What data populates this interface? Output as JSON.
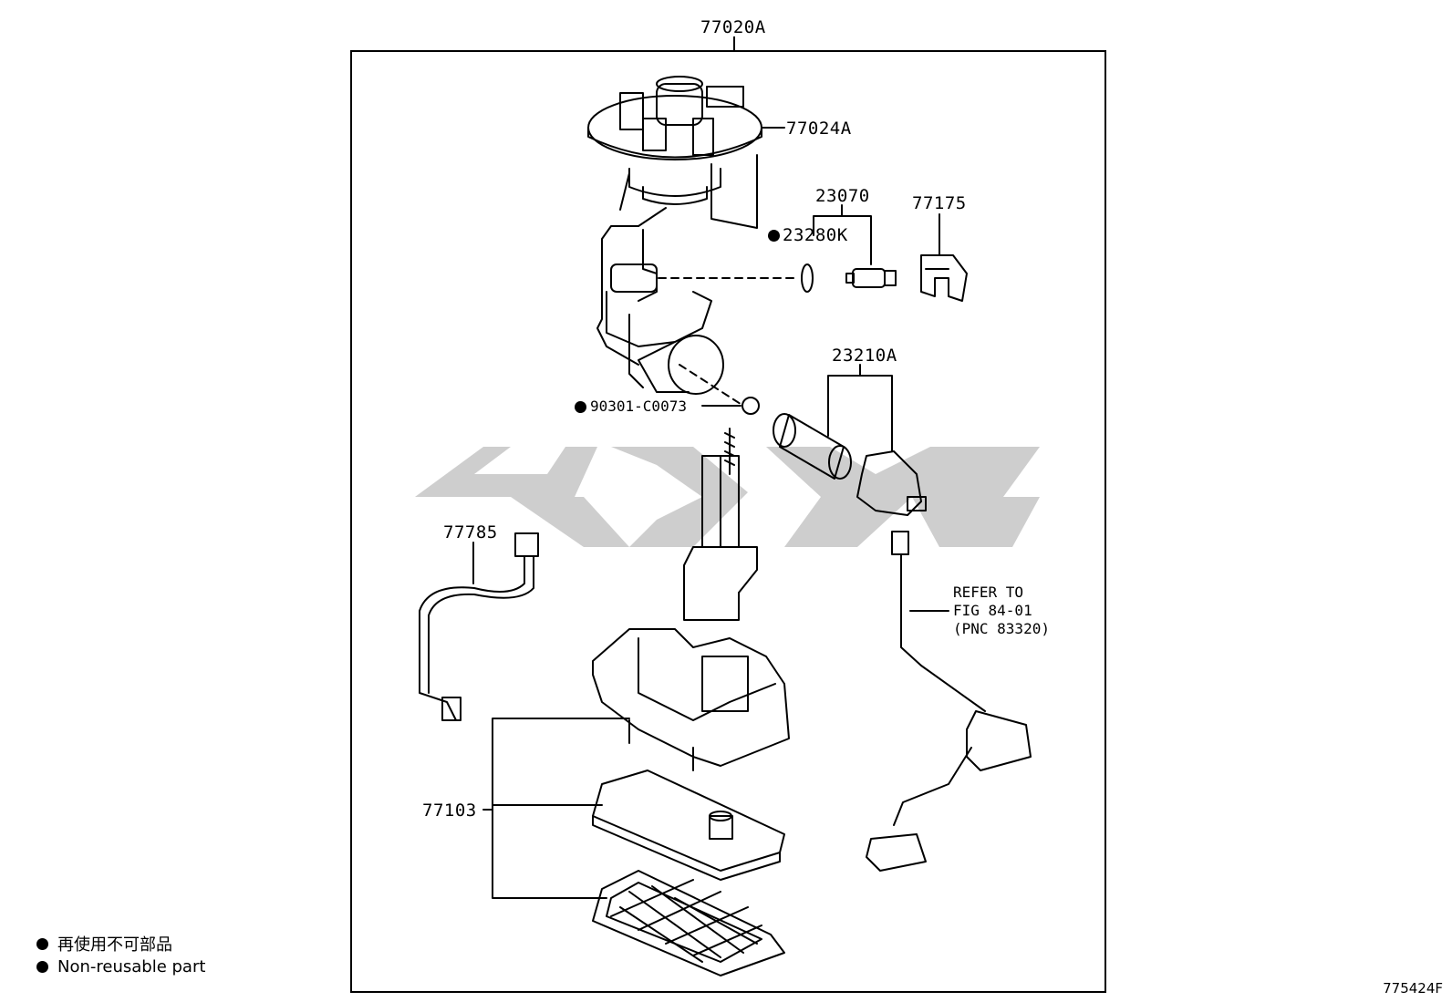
{
  "diagram": {
    "assembly_label": "77020A",
    "parts": {
      "p77024A": "77024A",
      "p23070": "23070",
      "p23280K": "23280K",
      "p77175": "77175",
      "p23210A": "23210A",
      "p90301": "90301-C0073",
      "p77785": "77785",
      "p77103": "77103"
    },
    "reference": {
      "line1": "REFER TO",
      "line2": "FIG 84-01",
      "line3": "(PNC 83320)"
    }
  },
  "legend": {
    "japanese": "再使用不可部品",
    "english": "Non-reusable part"
  },
  "figure_id": "775424F",
  "colors": {
    "line": "#000000",
    "watermark": "#c8c8c8"
  }
}
